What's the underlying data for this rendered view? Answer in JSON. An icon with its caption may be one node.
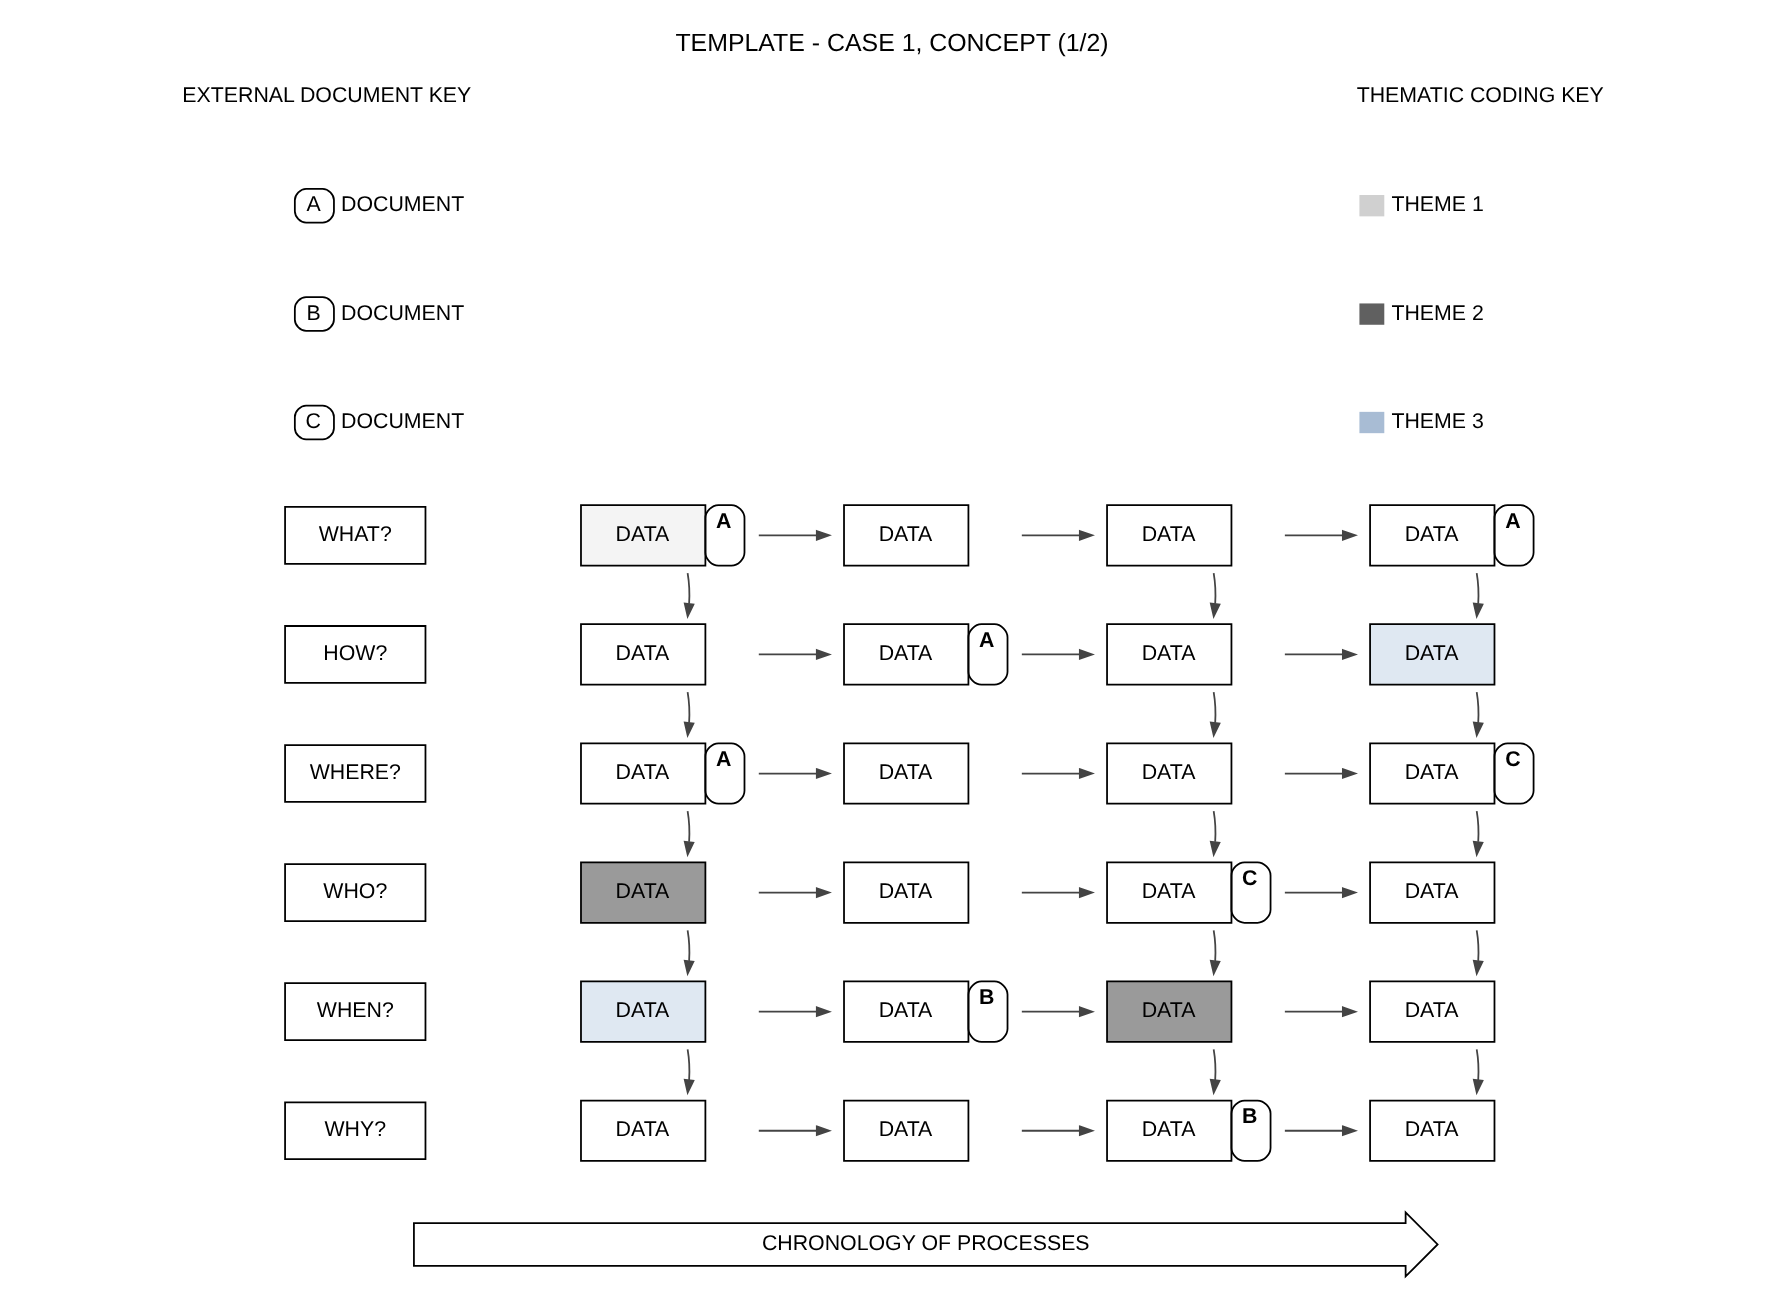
{
  "diagram": {
    "title": "TEMPLATE - CASE 1, CONCEPT (1/2)",
    "nodes": [
      {
        "text": [
          "A"
        ],
        "beside": [
          "DOCUMENT"
        ]
      },
      {
        "text": [
          "B"
        ],
        "beside": [
          "DOCUMENT"
        ]
      },
      {
        "text": [
          "C"
        ],
        "beside": [
          "DOCUMENT"
        ]
      },
      {
        "text": [
          "WHAT?"
        ]
      },
      {
        "text": [
          "DATA"
        ],
        "beside": [
          "A"
        ]
      },
      {
        "text": [
          "DATA"
        ]
      },
      {
        "text": [
          "DATA"
        ]
      },
      {
        "text": [
          "DATA"
        ],
        "beside": [
          "A"
        ]
      },
      {
        "text": [
          "HOW?"
        ]
      },
      {
        "text": [
          "DATA"
        ]
      },
      {
        "text": [
          "DATA"
        ],
        "beside": [
          "A"
        ]
      },
      {
        "text": [
          "DATA"
        ]
      },
      {
        "text": [
          "DATA"
        ]
      },
      {
        "text": [
          "WHERE?"
        ]
      },
      {
        "text": [
          "DATA"
        ],
        "beside": [
          "A"
        ]
      },
      {
        "text": [
          "DATA"
        ]
      },
      {
        "text": [
          "DATA"
        ]
      },
      {
        "text": [
          "DATA"
        ],
        "beside": [
          "C"
        ]
      },
      {
        "text": [
          "WHO?"
        ]
      },
      {
        "text": [
          "DATA"
        ]
      },
      {
        "text": [
          "DATA"
        ]
      },
      {
        "text": [
          "DATA"
        ],
        "beside": [
          "C"
        ]
      },
      {
        "text": [
          "DATA"
        ]
      },
      {
        "text": [
          "WHEN?"
        ]
      },
      {
        "text": [
          "DATA"
        ]
      },
      {
        "text": [
          "DATA"
        ],
        "beside": [
          "B"
        ]
      },
      {
        "text": [
          "DATA"
        ]
      },
      {
        "text": [
          "DATA"
        ]
      },
      {
        "text": [
          "WHY?"
        ]
      },
      {
        "text": [
          "DATA"
        ]
      },
      {
        "text": [
          "DATA"
        ]
      },
      {
        "text": [
          "DATA"
        ],
        "beside": [
          "B"
        ]
      },
      {
        "text": [
          "DATA"
        ]
      },
      {
        "text": [
          "CHRONOLOGY OF PROCESSES"
        ]
      }
    ],
    "edges": [
      {
        "from": 4,
        "to": 5,
        "arrow": "to"
      },
      {
        "from": 5,
        "to": 6,
        "arrow": "to"
      },
      {
        "from": 6,
        "to": 7,
        "arrow": "to"
      },
      {
        "from": 4,
        "to": 9,
        "arrow": "to"
      },
      {
        "from": 6,
        "to": 11,
        "arrow": "to"
      },
      {
        "from": 7,
        "to": 12,
        "arrow": "to"
      },
      {
        "from": 9,
        "to": 10,
        "arrow": "to"
      },
      {
        "from": 10,
        "to": 11,
        "arrow": "to"
      },
      {
        "from": 11,
        "to": 12,
        "arrow": "to"
      },
      {
        "from": 9,
        "to": 14,
        "arrow": "to"
      },
      {
        "from": 11,
        "to": 16,
        "arrow": "to"
      },
      {
        "from": 12,
        "to": 17,
        "arrow": "to"
      },
      {
        "from": 14,
        "to": 15,
        "arrow": "to"
      },
      {
        "from": 15,
        "to": 16,
        "arrow": "to"
      },
      {
        "from": 16,
        "to": 17,
        "arrow": "to"
      },
      {
        "from": 14,
        "to": 19,
        "arrow": "to"
      },
      {
        "from": 16,
        "to": 21,
        "arrow": "to"
      },
      {
        "from": 17,
        "to": 22,
        "arrow": "to"
      },
      {
        "from": 19,
        "to": 20,
        "arrow": "to"
      },
      {
        "from": 20,
        "to": 21,
        "arrow": "to"
      },
      {
        "from": 21,
        "to": 22,
        "arrow": "to"
      },
      {
        "from": 19,
        "to": 24,
        "arrow": "to"
      },
      {
        "from": 21,
        "to": 26,
        "arrow": "to"
      },
      {
        "from": 22,
        "to": 27,
        "arrow": "to"
      },
      {
        "from": 24,
        "to": 25,
        "arrow": "to"
      },
      {
        "from": 25,
        "to": 26,
        "arrow": "to"
      },
      {
        "from": 26,
        "to": 27,
        "arrow": "to"
      },
      {
        "from": 24,
        "to": 29,
        "arrow": "to"
      },
      {
        "from": 26,
        "to": 31,
        "arrow": "to"
      },
      {
        "from": 27,
        "to": 32,
        "arrow": "to"
      },
      {
        "from": 29,
        "to": 30,
        "arrow": "to"
      },
      {
        "from": 30,
        "to": 31,
        "arrow": "to"
      },
      {
        "from": 31,
        "to": 32,
        "arrow": "to"
      }
    ],
    "labels": [
      "EXTERNAL DOCUMENT KEY",
      "THEMATIC CODING KEY"
    ],
    "legend": [
      {
        "text": "THEME 1"
      },
      {
        "text": "THEME 2"
      },
      {
        "text": "THEME 3"
      }
    ]
  }
}
